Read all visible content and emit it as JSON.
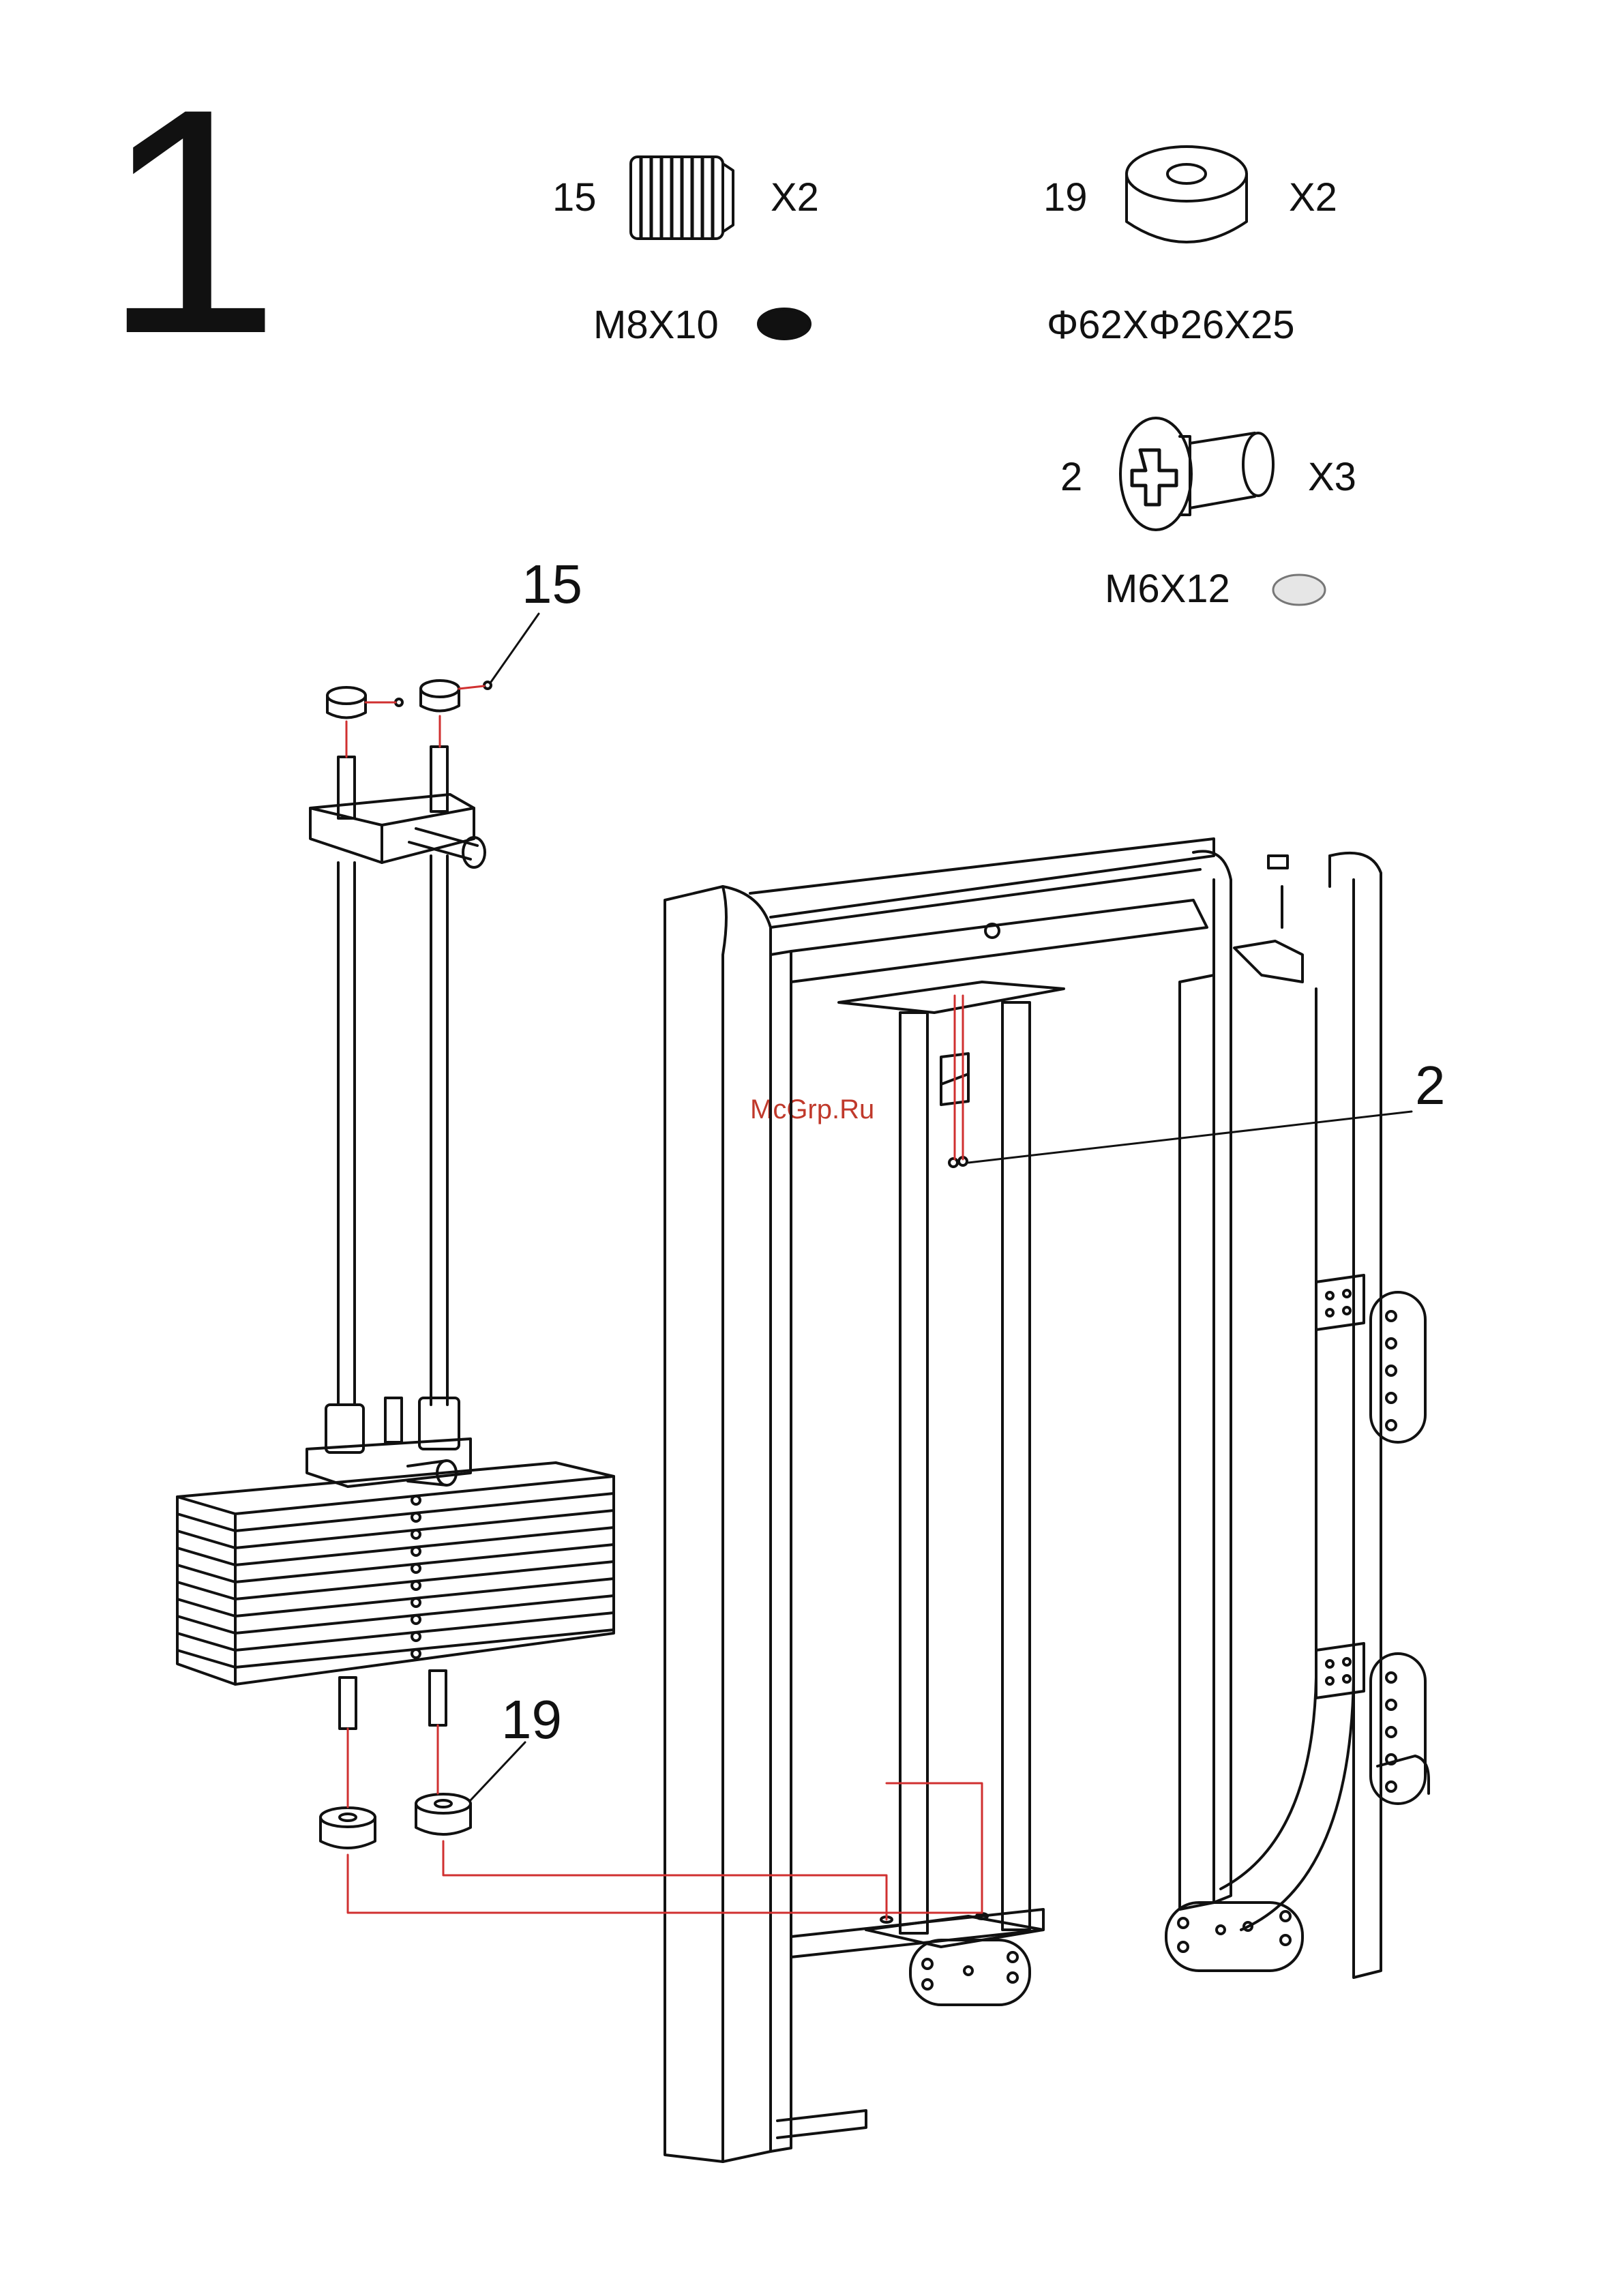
{
  "step": {
    "number": "1"
  },
  "parts": [
    {
      "id": "15",
      "qty": "X2",
      "spec": "M8X10",
      "icon": "set-screw-icon",
      "marker": "filled"
    },
    {
      "id": "19",
      "qty": "X2",
      "spec": "Φ62XΦ26X25",
      "icon": "rubber-bumper-icon"
    },
    {
      "id": "2",
      "qty": "X3",
      "spec": "M6X12",
      "icon": "phillips-screw-icon",
      "marker": "outline"
    }
  ],
  "callouts": {
    "c15": "15",
    "c19": "19",
    "c2": "2"
  },
  "watermark": "McGrp.Ru",
  "colors": {
    "line": "#111111",
    "guide": "#d03030",
    "marker_outline_fill": "#e6e6e6"
  }
}
